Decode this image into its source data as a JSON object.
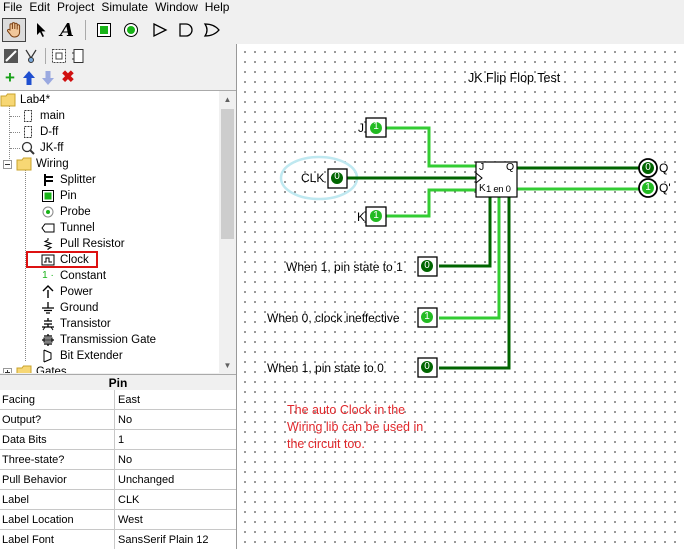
{
  "menu": [
    "File",
    "Edit",
    "Project",
    "Simulate",
    "Window",
    "Help"
  ],
  "toolbar": {
    "tools": [
      "hand-tool",
      "select-tool",
      "text-tool",
      "input-pin",
      "output-pin",
      "buffer",
      "and-gate",
      "or-gate"
    ]
  },
  "explorer": {
    "project": "Lab4*",
    "circuits": [
      "main",
      "D-ff",
      "JK-ff"
    ],
    "library": "Wiring",
    "items": [
      "Splitter",
      "Pin",
      "Probe",
      "Tunnel",
      "Pull Resistor",
      "Clock",
      "Constant",
      "Power",
      "Ground",
      "Transistor",
      "Transmission Gate",
      "Bit Extender"
    ],
    "next_library": "Gates"
  },
  "attributes": {
    "title": "Pin",
    "rows": [
      {
        "key": "Facing",
        "value": "East"
      },
      {
        "key": "Output?",
        "value": "No"
      },
      {
        "key": "Data Bits",
        "value": "1"
      },
      {
        "key": "Three-state?",
        "value": "No"
      },
      {
        "key": "Pull Behavior",
        "value": "Unchanged"
      },
      {
        "key": "Label",
        "value": "CLK"
      },
      {
        "key": "Label Location",
        "value": "West"
      },
      {
        "key": "Label Font",
        "value": "SansSerif Plain 12"
      }
    ]
  },
  "canvas": {
    "title": "JK Flip Flop Test",
    "pins": {
      "J": {
        "label": "J",
        "value": "1"
      },
      "CLK": {
        "label": "CLK",
        "value": "0"
      },
      "K": {
        "label": "K",
        "value": "1"
      },
      "preset": {
        "label": "When 1, pin state to 1",
        "value": "0"
      },
      "enable": {
        "label": "When 0, clock ineffective",
        "value": "1"
      },
      "clear": {
        "label": "When 1, pin state to 0",
        "value": "0"
      }
    },
    "flipflop": {
      "J": "J",
      "K": "K",
      "Q": "Q",
      "bottom": "1 en 0"
    },
    "outputs": {
      "Q": {
        "label": "Q",
        "value": "0"
      },
      "Qbar": {
        "label": "Q'",
        "value": "1"
      }
    },
    "note": "The auto Clock in the Wiring lib can be used in the circuit too."
  },
  "colors": {
    "wire_on": "#33cc33",
    "wire_off": "#006400",
    "pin_one": "#22bb22",
    "pin_zero": "#006600",
    "highlight": "#cc2222",
    "note": "#e0282c",
    "clk_halo": "#bfe8f0"
  }
}
